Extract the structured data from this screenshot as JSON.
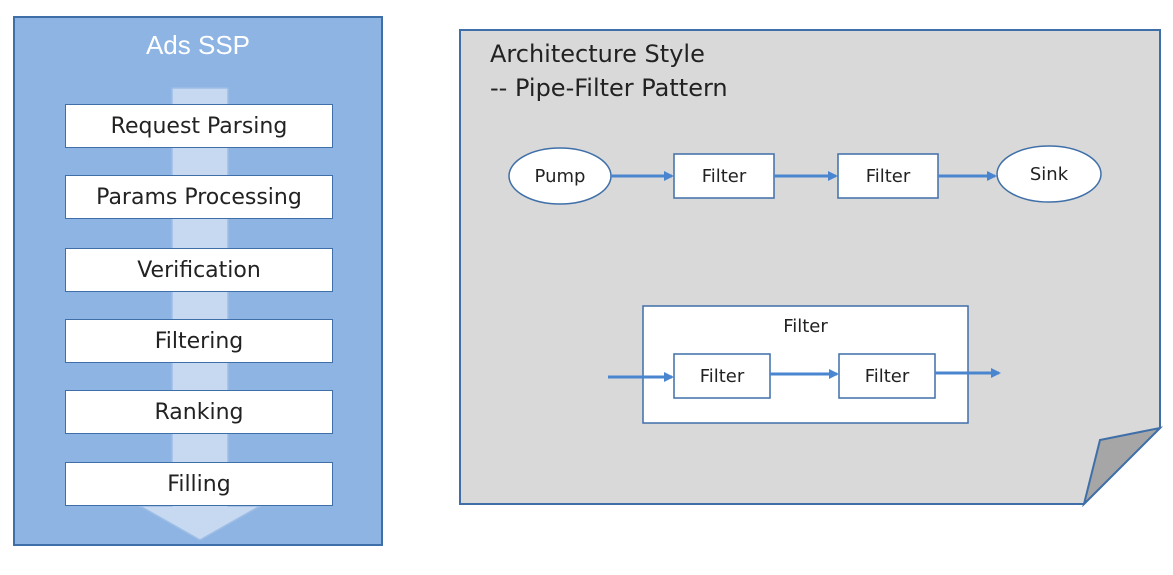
{
  "ads_panel": {
    "title": "Ads SSP",
    "stages": [
      "Request Parsing",
      "Params Processing",
      "Verification",
      "Filtering",
      "Ranking",
      "Filling"
    ]
  },
  "architecture": {
    "title_line1": "Architecture Style",
    "title_line2": "-- Pipe-Filter Pattern",
    "pipeline": {
      "pump": "Pump",
      "filter1": "Filter",
      "filter2": "Filter",
      "sink": "Sink"
    },
    "composite": {
      "label": "Filter",
      "inner_filter1": "Filter",
      "inner_filter2": "Filter"
    }
  },
  "colors": {
    "panel_fill": "#8eb4e3",
    "panel_border": "#3f6fa8",
    "arrow_fill": "#c6d9f1",
    "note_fill": "#d9d9d9",
    "note_fold": "#a6a6a6",
    "connector": "#4a86cf"
  }
}
